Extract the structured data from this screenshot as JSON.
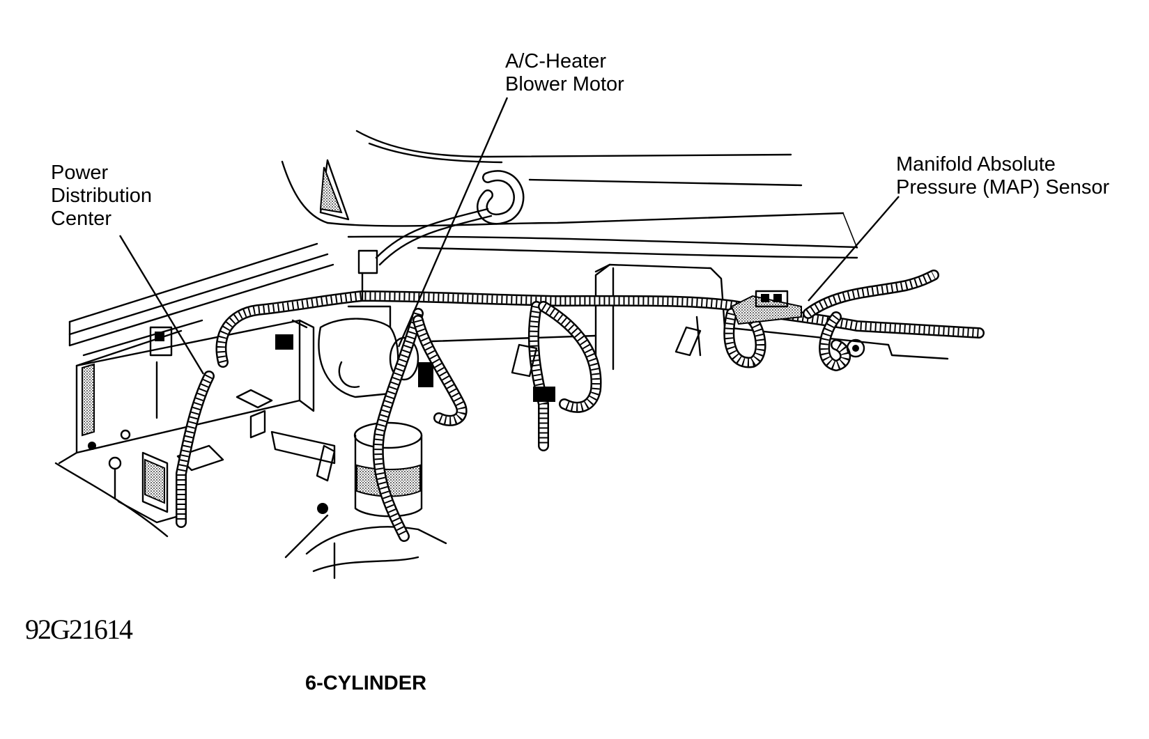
{
  "callouts": {
    "blower_motor": [
      "A/C-Heater",
      "Blower Motor"
    ],
    "power_distribution": [
      "Power",
      "Distribution",
      "Center"
    ],
    "map_sensor": [
      "Manifold Absolute",
      "Pressure (MAP) Sensor"
    ]
  },
  "figure_id": "92G21614",
  "caption": "6-CYLINDER",
  "icons": {
    "illustration": "engine-compartment-wiring-line-drawing"
  }
}
